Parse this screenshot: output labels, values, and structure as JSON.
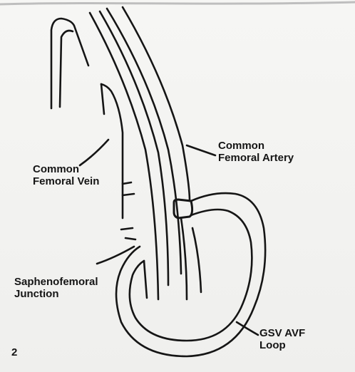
{
  "figure_number": "2",
  "labels": {
    "common_femoral_artery": [
      "Common",
      "Femoral Artery"
    ],
    "common_femoral_vein": [
      "Common",
      "Femoral Vein"
    ],
    "saphenofemoral_junction": [
      "Saphenofemoral",
      "Junction"
    ],
    "gsv_avf_loop": [
      "GSV AVF",
      "Loop"
    ]
  },
  "colors": {
    "ink": "#151515",
    "paper": "#f4f4f2"
  }
}
